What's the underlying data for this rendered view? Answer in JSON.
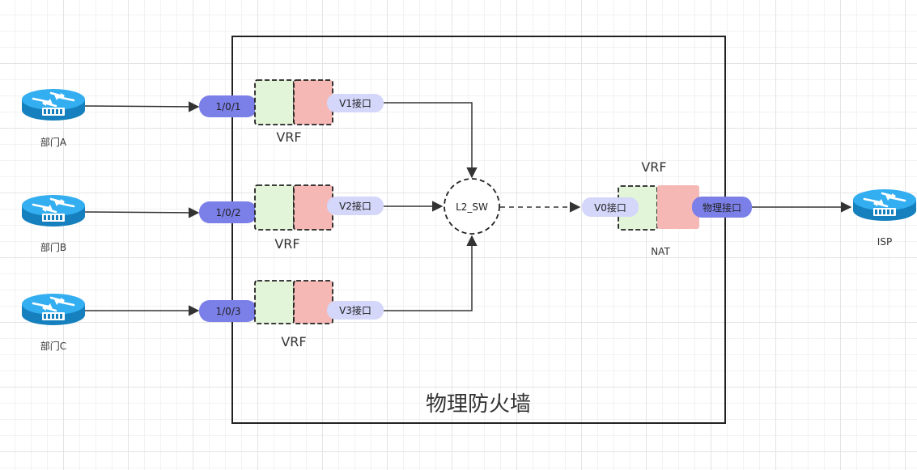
{
  "colors": {
    "line": "#333333",
    "port_fill": "#7b7fe8",
    "vif_fill": "#d4d6fa",
    "vrf_green": "#e3f5d8",
    "vrf_red": "#f6b8b4",
    "router": "#1e9bd8"
  },
  "firewall": {
    "label": "物理防火墙"
  },
  "departments": [
    {
      "label": "部门A",
      "icon": "router-icon"
    },
    {
      "label": "部门B",
      "icon": "router-icon"
    },
    {
      "label": "部门C",
      "icon": "router-icon"
    }
  ],
  "ports": [
    "1/0/1",
    "1/0/2",
    "1/0/3"
  ],
  "vrfs": [
    {
      "label": "VRF",
      "vif": "V1接口"
    },
    {
      "label": "VRF",
      "vif": "V2接口"
    },
    {
      "label": "VRF",
      "vif": "V3接口"
    }
  ],
  "switch": {
    "label": "L2_SW"
  },
  "nat_vrf": {
    "vrf_label": "VRF",
    "nat_label": "NAT",
    "v0_label": "V0接口",
    "phys_label": "物理接口"
  },
  "isp": {
    "label": "ISP",
    "icon": "router-icon"
  }
}
